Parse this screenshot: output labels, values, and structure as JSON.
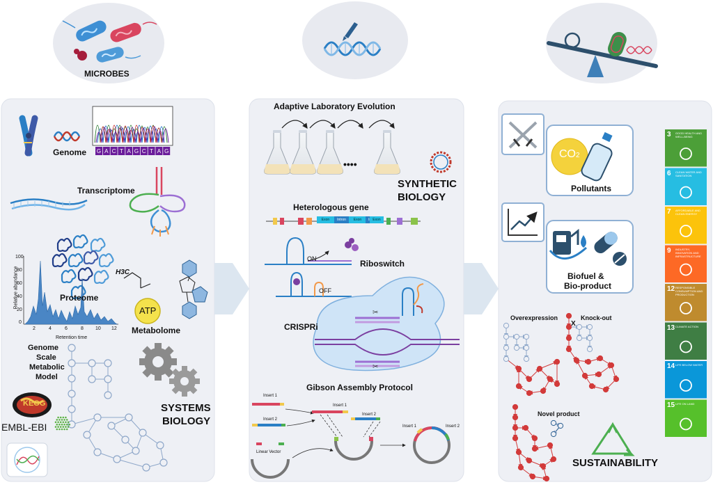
{
  "header": {
    "microbes": "MICROBES"
  },
  "systems": {
    "genome": "Genome",
    "sequence": "GACTAGCTAG",
    "transcriptome": "Transcriptome",
    "proteome": "Proteome",
    "ylabel": "Relative abundance",
    "yticks": [
      "100",
      "80",
      "60",
      "40",
      "20",
      "0"
    ],
    "xticks": [
      "2",
      "4",
      "6",
      "8",
      "10",
      "12"
    ],
    "xlabel": "Retention time",
    "h3c": "H3C",
    "atp": "ATP",
    "metabolome": "Metabolome",
    "gsmm": [
      "Genome",
      "Scale",
      "Metabolic",
      "Model"
    ],
    "kegg": "KEGG",
    "embl": "EMBL-EBI",
    "title": [
      "SYSTEMS",
      "BIOLOGY"
    ]
  },
  "synthetic": {
    "ale": "Adaptive Laboratory Evolution",
    "dots": "••••",
    "title": [
      "SYNTHETIC",
      "BIOLOGY"
    ],
    "hetero": "Heterologous gene",
    "gene_parts": [
      "Exon",
      "Intron",
      "Exon",
      "Intron",
      "Exon"
    ],
    "on": "ON",
    "off": "OFF",
    "riboswitch": "Riboswitch",
    "crispri": "CRISPRi",
    "gibson": "Gibson Assembly Protocol",
    "insert1": "Insert 1",
    "insert2": "Insert 2",
    "linear_vector": "Linear Vector"
  },
  "sustain": {
    "co2": "CO",
    "co2_sub": "2",
    "pollutants": "Pollutants",
    "biofuel": [
      "Biofuel &",
      "Bio-product"
    ],
    "overexpression": "Overexpression",
    "knockout": "Knock-out",
    "knockout_mark": "X",
    "novel": "Novel product",
    "title": "SUSTAINABILITY",
    "sdgs": [
      {
        "num": "3",
        "text": "GOOD HEALTH AND WELL-BEING",
        "color": "#4C9F38"
      },
      {
        "num": "6",
        "text": "CLEAN WATER AND SANITATION",
        "color": "#26BDE2"
      },
      {
        "num": "7",
        "text": "AFFORDABLE AND CLEAN ENERGY",
        "color": "#FCC30B"
      },
      {
        "num": "9",
        "text": "INDUSTRY, INNOVATION AND INFRASTRUCTURE",
        "color": "#FD6925"
      },
      {
        "num": "12",
        "text": "RESPONSIBLE CONSUMPTION AND PRODUCTION",
        "color": "#BF8B2E"
      },
      {
        "num": "13",
        "text": "CLIMATE ACTION",
        "color": "#3F7E44"
      },
      {
        "num": "14",
        "text": "LIFE BELOW WATER",
        "color": "#0A97D9"
      },
      {
        "num": "15",
        "text": "LIFE ON LAND",
        "color": "#56C02B"
      }
    ]
  },
  "colors": {
    "panel": "#EEF0F5",
    "panel_edge": "#DDE1EA",
    "circle_bg": "#E8EAF0",
    "arrow": "#DCE6F0",
    "node": "#8EA7C9",
    "red_node": "#D23A3A",
    "box_stroke": "#8FB0D4"
  }
}
